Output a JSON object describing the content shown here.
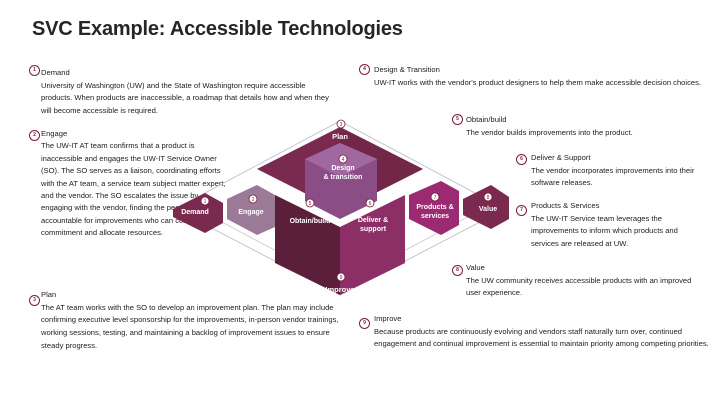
{
  "slide": {
    "title": "SVC Example: Accessible Technologies"
  },
  "steps": {
    "demand": {
      "num": "1",
      "heading": "Demand",
      "body": "University of Washington (UW) and the State of Washington require accessible products. When products are inaccessible, a roadmap that details how and when they will become accessible is required."
    },
    "engage": {
      "num": "2",
      "heading": "Engage",
      "body": "The UW-IT AT team confirms that a product is inaccessible and engages the UW-IT Service Owner (SO). The SO serves as a liaison, coordinating efforts with the AT team, a service team subject matter expert, and the vendor. The SO escalates the issue by engaging with the vendor, finding the people accountable for improvements who can confirm commitment and allocate resources."
    },
    "plan": {
      "num": "3",
      "heading": "Plan",
      "body": "The AT team works with the SO to develop an improvement plan. The plan may include confirming executive level sponsorship for the improvements, in-person vendor trainings, working sessions, testing, and maintaining a backlog of improvement issues to ensure steady progress."
    },
    "design": {
      "num": "4",
      "heading": "Design & Transition",
      "body": "UW-IT works with the vendor's product designers to help them make accessible decision choices."
    },
    "obtain": {
      "num": "5",
      "heading": "Obtain/build",
      "body": "The vendor builds improvements into the product."
    },
    "deliver": {
      "num": "6",
      "heading": "Deliver & Support",
      "body": "The vendor incorporates improvements into their software releases."
    },
    "products": {
      "num": "7",
      "heading": "Products & Services",
      "body": "The UW-IT Service team leverages the improvements to inform which products and services are released at UW."
    },
    "value": {
      "num": "8",
      "heading": "Value",
      "body": "The UW community receives accessible products with an improved user experience."
    },
    "improve": {
      "num": "9",
      "heading": "Improve",
      "body": "Because products are continuously evolving and vendors staff naturally turn over, continued engagement and continual improvement is essential to maintain priority among competing priorities."
    }
  },
  "diagram": {
    "plan": "Plan",
    "design_1": "Design",
    "design_2": "& transition",
    "demand": "Demand",
    "engage": "Engage",
    "obtain": "Obtain/build",
    "deliver_1": "Deliver &",
    "deliver_2": "support",
    "products_1": "Products &",
    "products_2": "services",
    "value": "Value",
    "improve": "Improve",
    "n1": "1",
    "n2": "2",
    "n3": "3",
    "n4": "4",
    "n5": "5",
    "n6": "6",
    "n7": "7",
    "n8": "8",
    "n9": "9"
  },
  "colors": {
    "plum_dark": "#5b1f3c",
    "plum": "#7a2a4f",
    "plum_light": "#b27b95",
    "purple_top": "#8a5a9a",
    "purple_face": "#6a3d7f",
    "magenta": "#9b2a72",
    "grey_outline": "#b9b3c7",
    "circle_border": "#7b1d3a"
  }
}
